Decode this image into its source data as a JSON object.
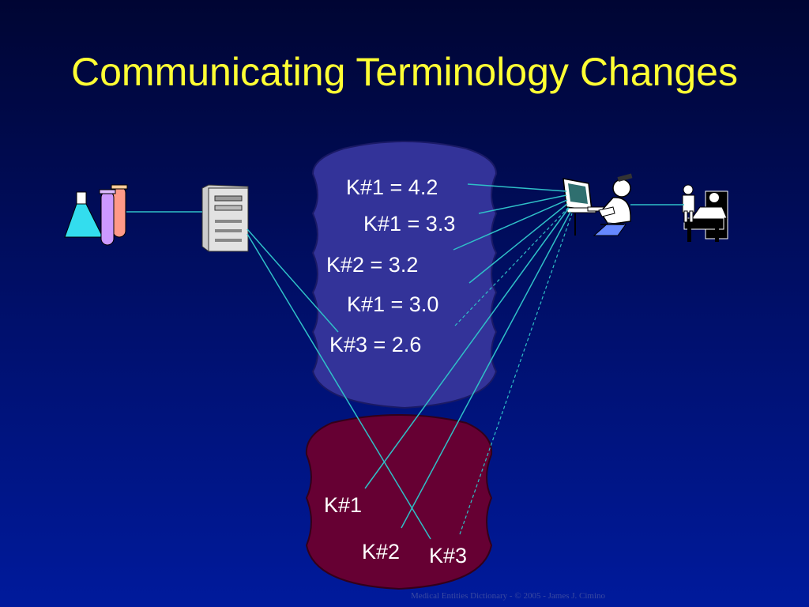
{
  "slide": {
    "title": "Communicating Terminology Changes",
    "footer": "Medical Entities Dictionary - ©  2005 - James J. Cimino"
  },
  "upper_database": {
    "color": "#333399",
    "entries": [
      {
        "text": "K#1 = 4.2"
      },
      {
        "text": "K#1 = 3.3"
      },
      {
        "text": "K#2 = 3.2"
      },
      {
        "text": "K#1 = 3.0"
      },
      {
        "text": "K#3 = 2.6"
      }
    ]
  },
  "lower_database": {
    "color": "#660033",
    "entries": [
      {
        "text": "K#1"
      },
      {
        "text": "K#2"
      },
      {
        "text": "K#3"
      }
    ]
  },
  "icons": [
    "lab-flask-icon",
    "test-tubes-icon",
    "server-computer-icon",
    "clinician-workstation-icon",
    "patient-bed-icon"
  ],
  "colors": {
    "background_top": "#000533",
    "background_bottom": "#001a9c",
    "title": "#ffff33",
    "connector": "#2fc0c8",
    "label_text": "#ffffff"
  }
}
